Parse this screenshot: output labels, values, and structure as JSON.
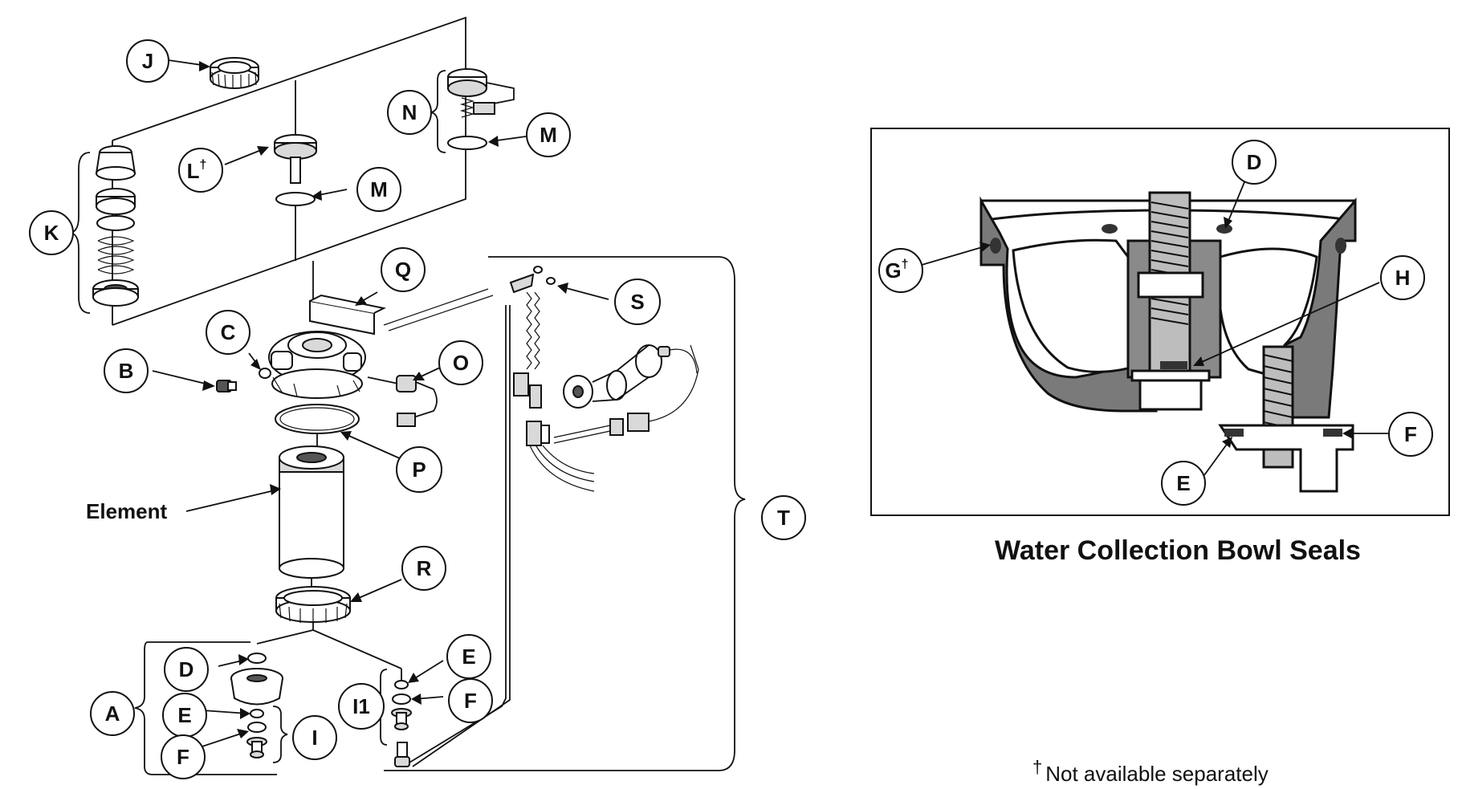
{
  "callouts": {
    "J": "J",
    "L": "L",
    "L_sup": "†",
    "M_top": "M",
    "M_mid": "M",
    "N": "N",
    "K": "K",
    "Q": "Q",
    "C": "C",
    "B": "B",
    "O": "O",
    "S": "S",
    "P": "P",
    "R": "R",
    "T": "T",
    "D": "D",
    "A": "A",
    "E_left": "E",
    "F_left": "F",
    "I": "I",
    "E_right": "E",
    "F_right": "F",
    "I1": "I1"
  },
  "inset_callouts": {
    "D": "D",
    "G": "G",
    "G_sup": "†",
    "H": "H",
    "F": "F",
    "E": "E"
  },
  "labels": {
    "element": "Element",
    "inset_title": "Water Collection Bowl Seals",
    "note_dagger": "†",
    "note_text": "Not available separately"
  }
}
